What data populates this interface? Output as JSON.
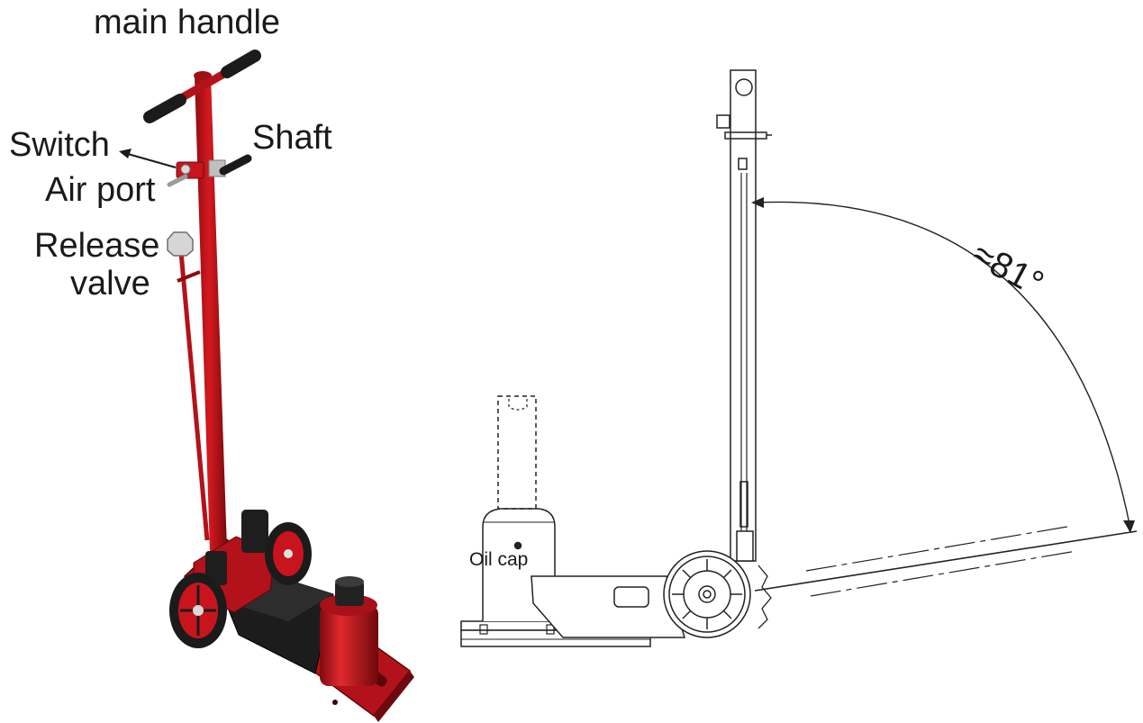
{
  "labels": {
    "main_handle": "main handle",
    "switch": "Switch",
    "shaft": "Shaft",
    "air_port": "Air port",
    "release_valve_line1": "Release",
    "release_valve_line2": "valve",
    "oil_cap": "Oil cap",
    "angle": "≈81°"
  },
  "colors": {
    "jack_red": "#c8141c",
    "jack_dark_red": "#7d0a0f",
    "grip_black": "#1b1b1b",
    "line_drawing": "#222222"
  }
}
